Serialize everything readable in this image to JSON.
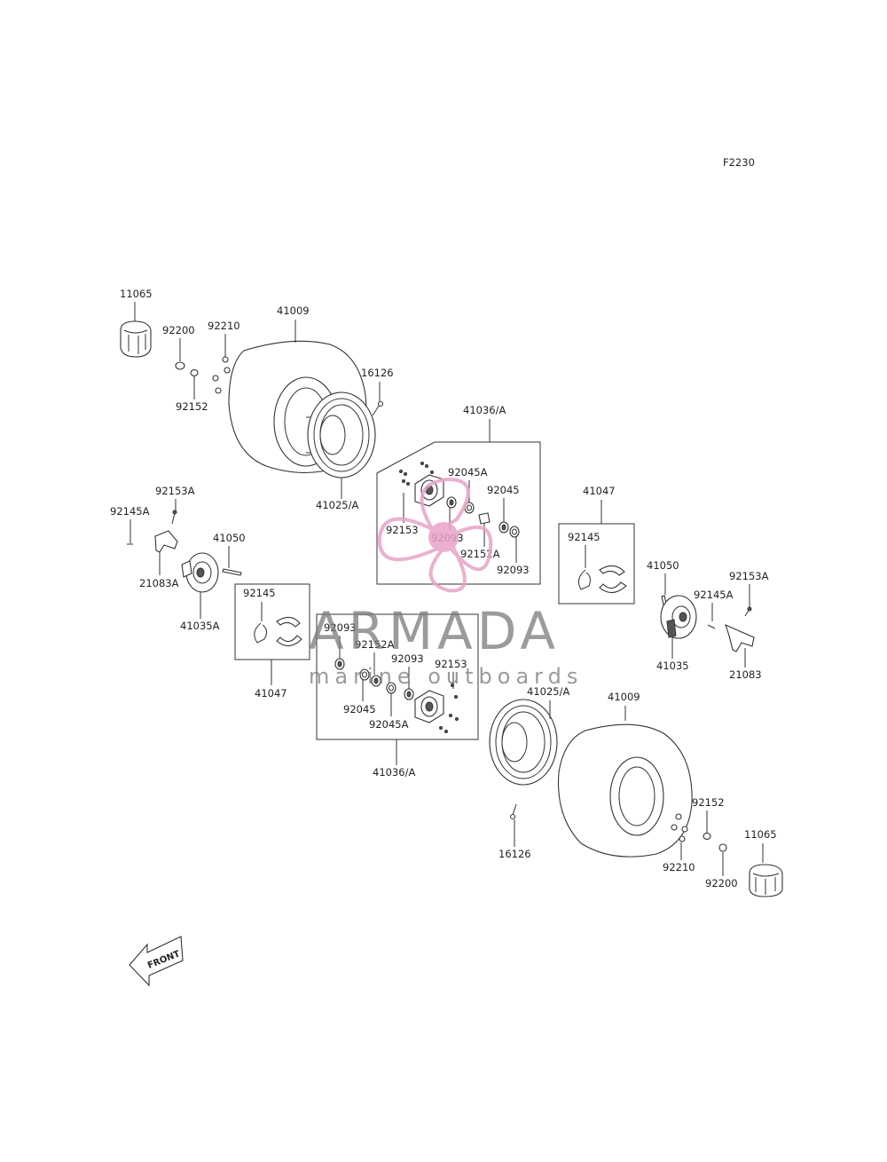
{
  "diagram_code": "F2230",
  "watermark": {
    "title": "ARMADA",
    "subtitle": "marine outboards",
    "color": "#e8a3c8"
  },
  "front_label": "FRONT",
  "labels": {
    "tl_11065": "11065",
    "tl_92200": "92200",
    "tl_92210": "92210",
    "tl_92152": "92152",
    "tl_41009": "41009",
    "tl_16126": "16126",
    "tl_41025A": "41025/A",
    "tl_41036A": "41036/A",
    "tl_92045A": "92045A",
    "tl_92045": "92045",
    "tl_92153": "92153",
    "tl_92093_a": "92093",
    "tl_92152A": "92152A",
    "tl_92093_b": "92093",
    "l_92153A": "92153A",
    "l_92145A": "92145A",
    "l_41050": "41050",
    "l_21083A": "21083A",
    "l_41035A": "41035A",
    "l_92145": "92145",
    "l_41047": "41047",
    "r_41047": "41047",
    "r_92145": "92145",
    "r_41050": "41050",
    "r_92153A": "92153A",
    "r_92145A": "92145A",
    "r_41035": "41035",
    "r_21083": "21083",
    "bm_92093": "92093",
    "bm_92152A": "92152A",
    "bm_92093b": "92093",
    "bm_92153": "92153",
    "bm_92045": "92045",
    "bm_92045A": "92045A",
    "bm_41036A": "41036/A",
    "br_41025A": "41025/A",
    "br_41009": "41009",
    "br_16126": "16126",
    "br_92152": "92152",
    "br_92210": "92210",
    "br_92200": "92200",
    "br_11065": "11065"
  }
}
